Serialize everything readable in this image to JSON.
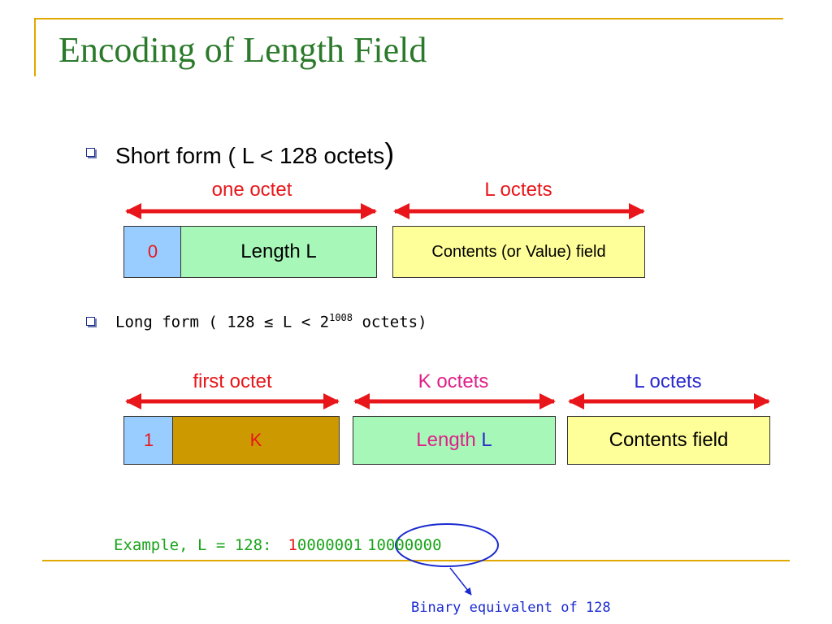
{
  "title": "Encoding of Length Field",
  "short_form": {
    "bullet_text": "Short form  ( L < 128 octets",
    "bullet_close": ")",
    "arrow_labels": [
      "one octet",
      "L octets"
    ],
    "boxes": {
      "bit": "0",
      "length": "Length L",
      "contents": "Contents (or Value) field"
    }
  },
  "long_form": {
    "bullet_prefix": "Long form  ( 128 ≤ L <  2",
    "bullet_exp": "1008",
    "bullet_suffix": " octets)",
    "arrow_labels": [
      "first octet",
      "K octets",
      "L octets"
    ],
    "boxes": {
      "bit": "1",
      "k": "K",
      "length_prefix": "Length ",
      "length_suffix": "L",
      "contents": "Contents field"
    }
  },
  "example": {
    "label": "Example, L = 128:",
    "first_bit": "1",
    "first_rest": "0000001",
    "second_octet": "10000000"
  },
  "note": "Binary equivalent of 128",
  "colors": {
    "title": "#2b7a2b",
    "arrow": "#e8161a",
    "label_red": "#e8161a",
    "label_pink": "#e0208a",
    "label_blue": "#2a2ad0",
    "box_blue": "#99ccff",
    "box_green": "#a6f7b8",
    "box_yellow": "#ffff99",
    "box_gold": "#cc9900",
    "rule": "#e0a800",
    "example": "#1aa31a",
    "note": "#1a2ad0"
  }
}
